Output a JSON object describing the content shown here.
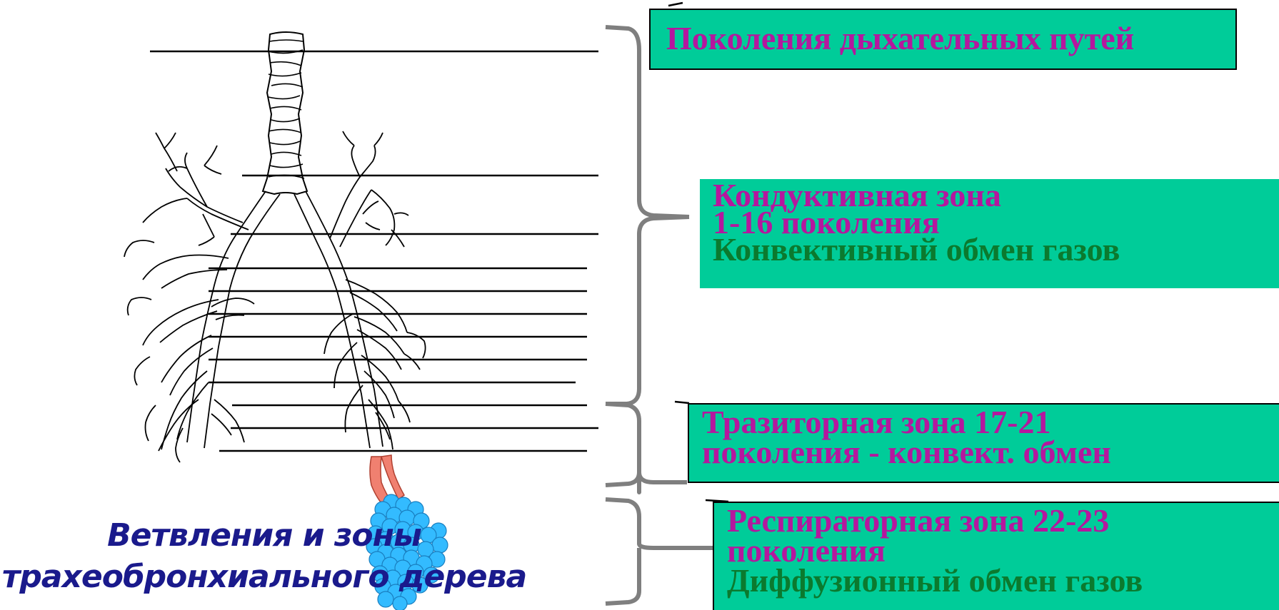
{
  "boxes": {
    "generations": {
      "title": "Поколения дыхательных путей"
    },
    "conductive": {
      "line1": "Кондуктивная зона",
      "line2": "1-16 поколения",
      "line3": "Конвективный обмен газов"
    },
    "transitional": {
      "line1": "Тразиторная  зона 17-21",
      "line2": "поколения - конвект. обмен"
    },
    "respiratory": {
      "line1": "Респираторная зона 22-23",
      "line2": "поколения",
      "line3": "Диффузионный обмен газов"
    }
  },
  "caption": {
    "line1": "Ветвления и зоны",
    "line2": "трахеобронхиального дерева"
  },
  "colors": {
    "box_fill": "#00cc99",
    "zone_label": "#b5179e",
    "exchange_label": "#0b7a2e",
    "caption": "#1a1a8c",
    "bracket": "#7f7f7f",
    "alveoli": "#33bbff",
    "bronchiole": "#f08070"
  }
}
